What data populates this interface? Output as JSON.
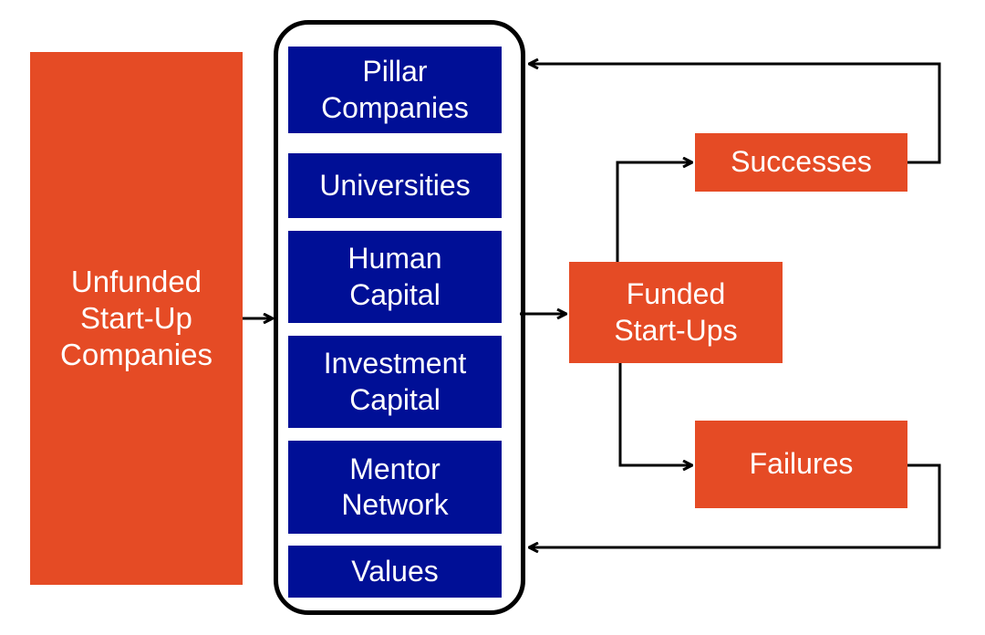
{
  "colors": {
    "orange": "#e54b25",
    "navy": "#000f96",
    "line": "#000000"
  },
  "left_box": {
    "lines": [
      "Unfunded",
      "Start-Up",
      "Companies"
    ]
  },
  "pillars": [
    {
      "lines": [
        "Pillar",
        "Companies"
      ]
    },
    {
      "lines": [
        "Universities"
      ]
    },
    {
      "lines": [
        "Human",
        "Capital"
      ]
    },
    {
      "lines": [
        "Investment",
        "Capital"
      ]
    },
    {
      "lines": [
        "Mentor",
        "Network"
      ]
    },
    {
      "lines": [
        "Values"
      ]
    }
  ],
  "funded": {
    "lines": [
      "Funded",
      "Start-Ups"
    ]
  },
  "successes": {
    "label": "Successes"
  },
  "failures": {
    "label": "Failures"
  }
}
